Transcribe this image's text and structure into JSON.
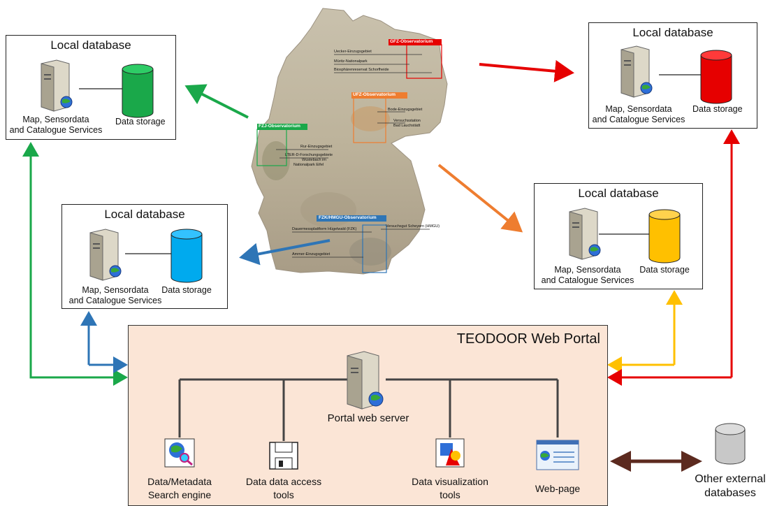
{
  "local_db_title": "Local database",
  "services_line1": "Map, Sensordata",
  "services_line2": "and Catalogue Services",
  "data_storage": "Data storage",
  "portal": {
    "title": "TEODOOR Web Portal",
    "server_label": "Portal web server",
    "tools": [
      {
        "line1": "Data/Metadata",
        "line2": "Search engine"
      },
      {
        "line1": "Data data access",
        "line2": "tools"
      },
      {
        "line1": "Data visualization",
        "line2": "tools"
      },
      {
        "line1": "Web-page",
        "line2": ""
      }
    ]
  },
  "external": {
    "line1": "Other external",
    "line2": "databases"
  },
  "map": {
    "observatories": [
      "GFZ-Observatorium",
      "UFZ-Observatorium",
      "FZJ-Observatorium",
      "FZK/HMGU-Observatorium"
    ],
    "gfz_sites": [
      "Uecker-Einzugsgebiet",
      "Müritz-Nationalpark",
      "Biosphärenreservat Schorfheide"
    ],
    "ufz_sites": [
      "Bode-Einzugsgebiet",
      "Versuchsstation",
      "Bad Lauchstädt"
    ],
    "fzj_sites": [
      "Rur-Einzugsgebiet",
      "LTER-D-Forschungsgebiete",
      "Wüstebach im",
      "Nationalpark Eifel"
    ],
    "fzk_sites": [
      "Dauermessplattform Hügelwald (FZK)",
      "Versuchsgut Scheyern (HMGU)",
      "Ammer-Einzugsgebiet"
    ]
  },
  "colors": {
    "green": "#1aa84a",
    "red": "#e60000",
    "blue": "#00aaee",
    "yellow": "#ffc000",
    "orange": "#ee7d30",
    "dark_blue": "#2e75b6",
    "brown": "#5c2a1f",
    "portal_bg": "#fbe5d6"
  }
}
